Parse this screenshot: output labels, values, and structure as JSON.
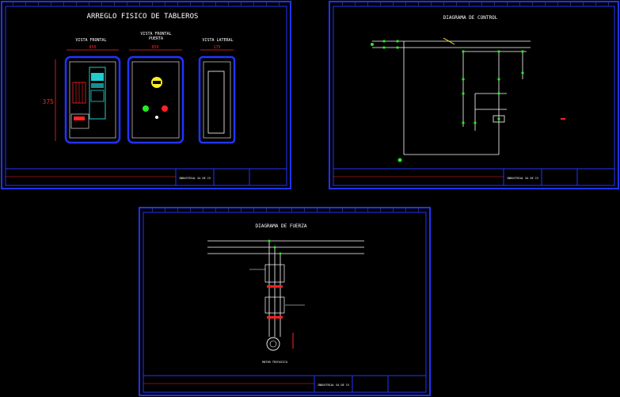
{
  "colors": {
    "background": "#000000",
    "frame": "#2233ff",
    "text": "#ffffff",
    "dimension": "#ff2222",
    "wire_green": "#22ee22",
    "panel_cyan": "#22cccc",
    "yellow": "#ffee22"
  },
  "sheet1": {
    "title": "ARREGLO FISICO DE TABLEROS",
    "front_label": "VISTA FRONTAL",
    "front_door_label": "VISTA FRONTAL\nPUERTA",
    "side_label": "VISTA LATERAL",
    "dim_width_front": "850",
    "dim_width_door": "850",
    "dim_width_side": "175",
    "dim_height": "375",
    "company": "INDUSTRIAL SA DE CV"
  },
  "sheet2": {
    "title": "DIAGRAMA DE CONTROL",
    "company": "INDUSTRIAL SA DE CV"
  },
  "sheet3": {
    "title": "DIAGRAMA DE FUERZA",
    "motor_label": "MOTOR TRIFASICO",
    "company": "INDUSTRIAL SA DE CV"
  }
}
